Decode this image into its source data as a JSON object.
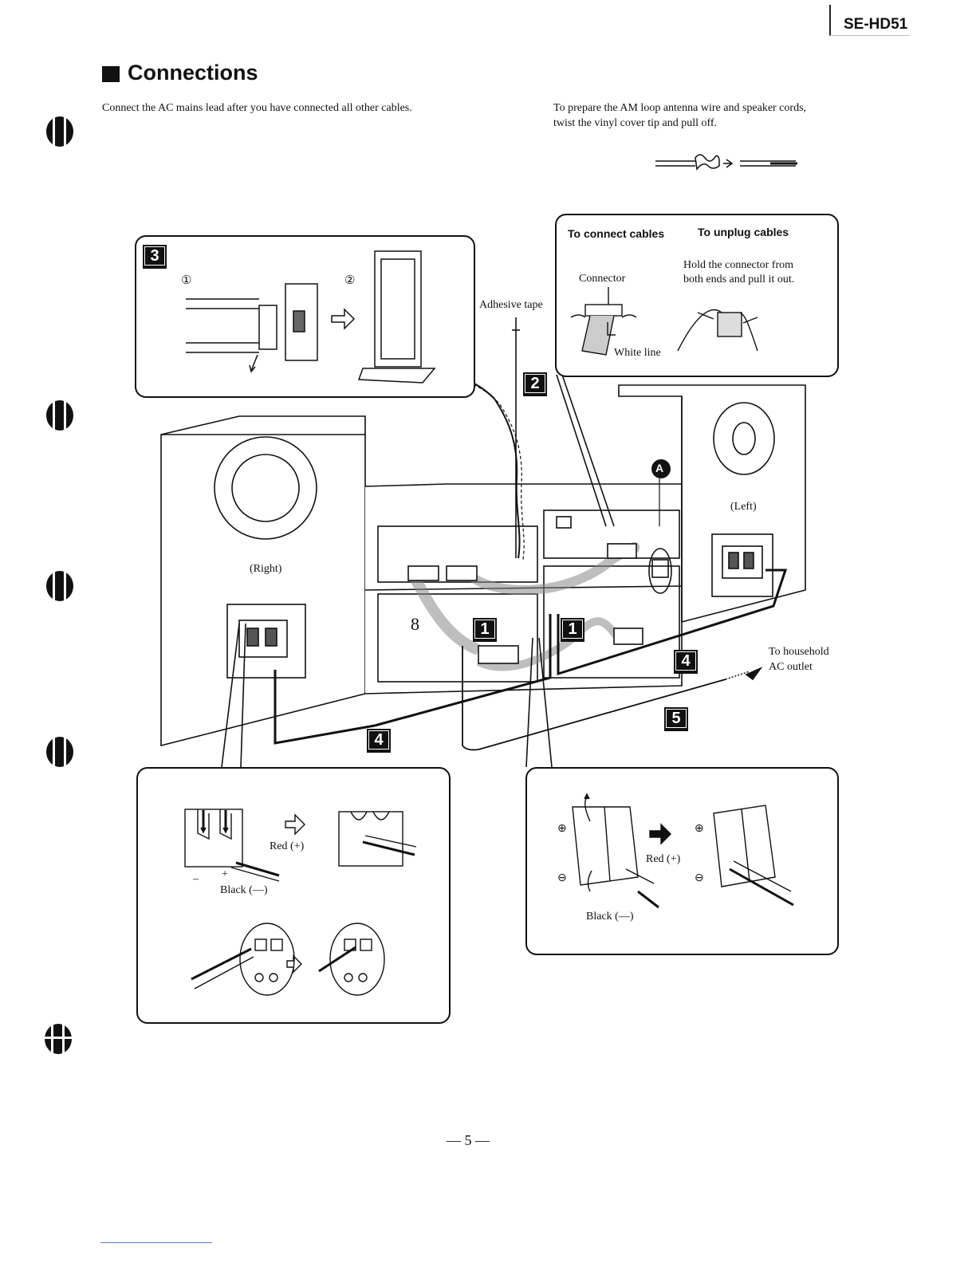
{
  "header": {
    "model": "SE-HD51"
  },
  "section": {
    "title": "Connections"
  },
  "intro": {
    "left": "Connect the AC mains lead after you have connected all other cables.",
    "right_line1": "To prepare the AM loop antenna wire and speaker cords,",
    "right_line2": "twist the vinyl cover tip and pull off."
  },
  "panel_cables": {
    "connect_heading": "To connect cables",
    "unplug_heading": "To unplug cables",
    "connector_label": "Connector",
    "white_line_label": "White line",
    "unplug_line1": "Hold the connector from",
    "unplug_line2": "both ends and pull it out."
  },
  "panel_antenna": {
    "step": "3",
    "circ1": "①",
    "circ2": "②"
  },
  "labels": {
    "adhesive_tape": "Adhesive tape",
    "right_speaker": "(Right)",
    "left_speaker": "(Left)",
    "marker_a": "A",
    "outlet_line1": "To household",
    "outlet_line2": "AC outlet"
  },
  "steps": {
    "s1": "1",
    "s2": "2",
    "s4": "4",
    "s5": "5"
  },
  "panel_terminal_left": {
    "red": "Red (+)",
    "black": "Black (—)",
    "minus": "–",
    "plus": "+"
  },
  "panel_terminal_right": {
    "red": "Red (+)",
    "black": "Black (—)",
    "plus_sym": "⊕",
    "minus_sym": "⊖"
  },
  "footer": {
    "page": "— 5 —"
  }
}
